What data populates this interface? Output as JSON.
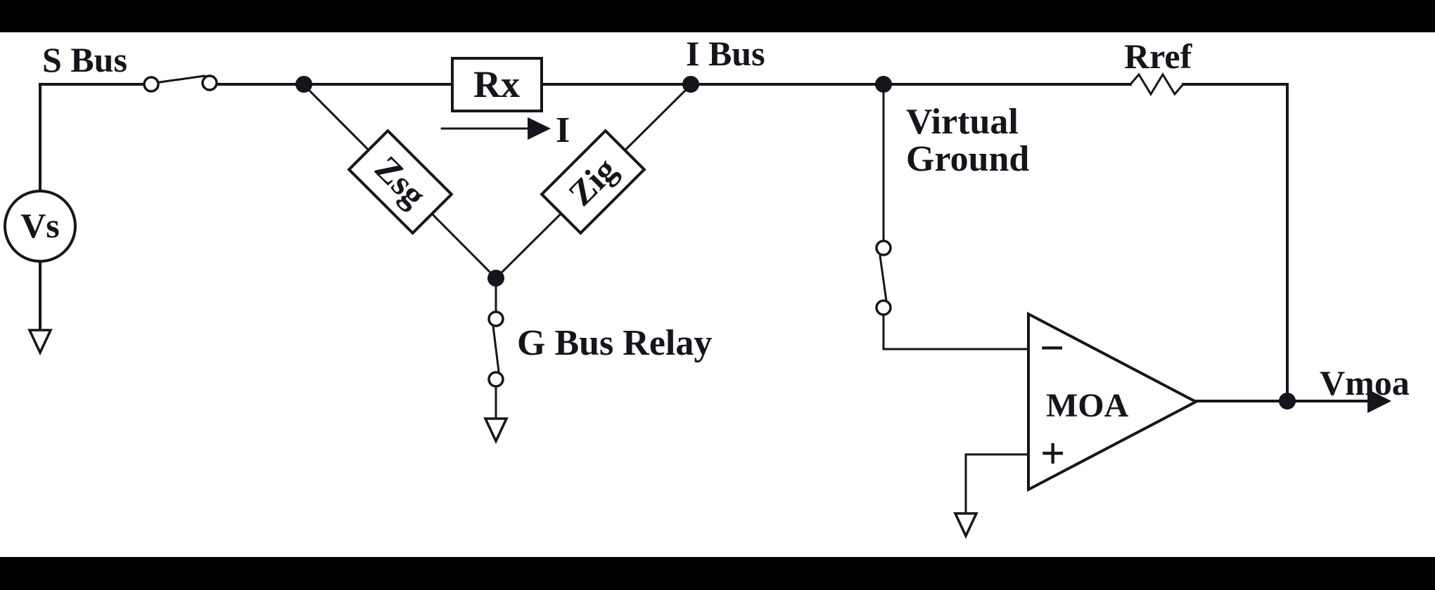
{
  "colors": {
    "frame": "#000000",
    "paper": "#ffffff",
    "ink": "#15151c"
  },
  "circuit": {
    "labels": {
      "s_bus": "S Bus",
      "vs": "Vs",
      "rx": "Rx",
      "current": "I",
      "zsg": "Zsg",
      "zig": "Zig",
      "i_bus": "I Bus",
      "g_bus_relay": "G Bus Relay",
      "virtual_line1": "Virtual",
      "virtual_line2": "Ground",
      "rref": "Rref",
      "moa": "MOA",
      "minus": "−",
      "plus": "+",
      "vmoa": "Vmoa"
    }
  }
}
